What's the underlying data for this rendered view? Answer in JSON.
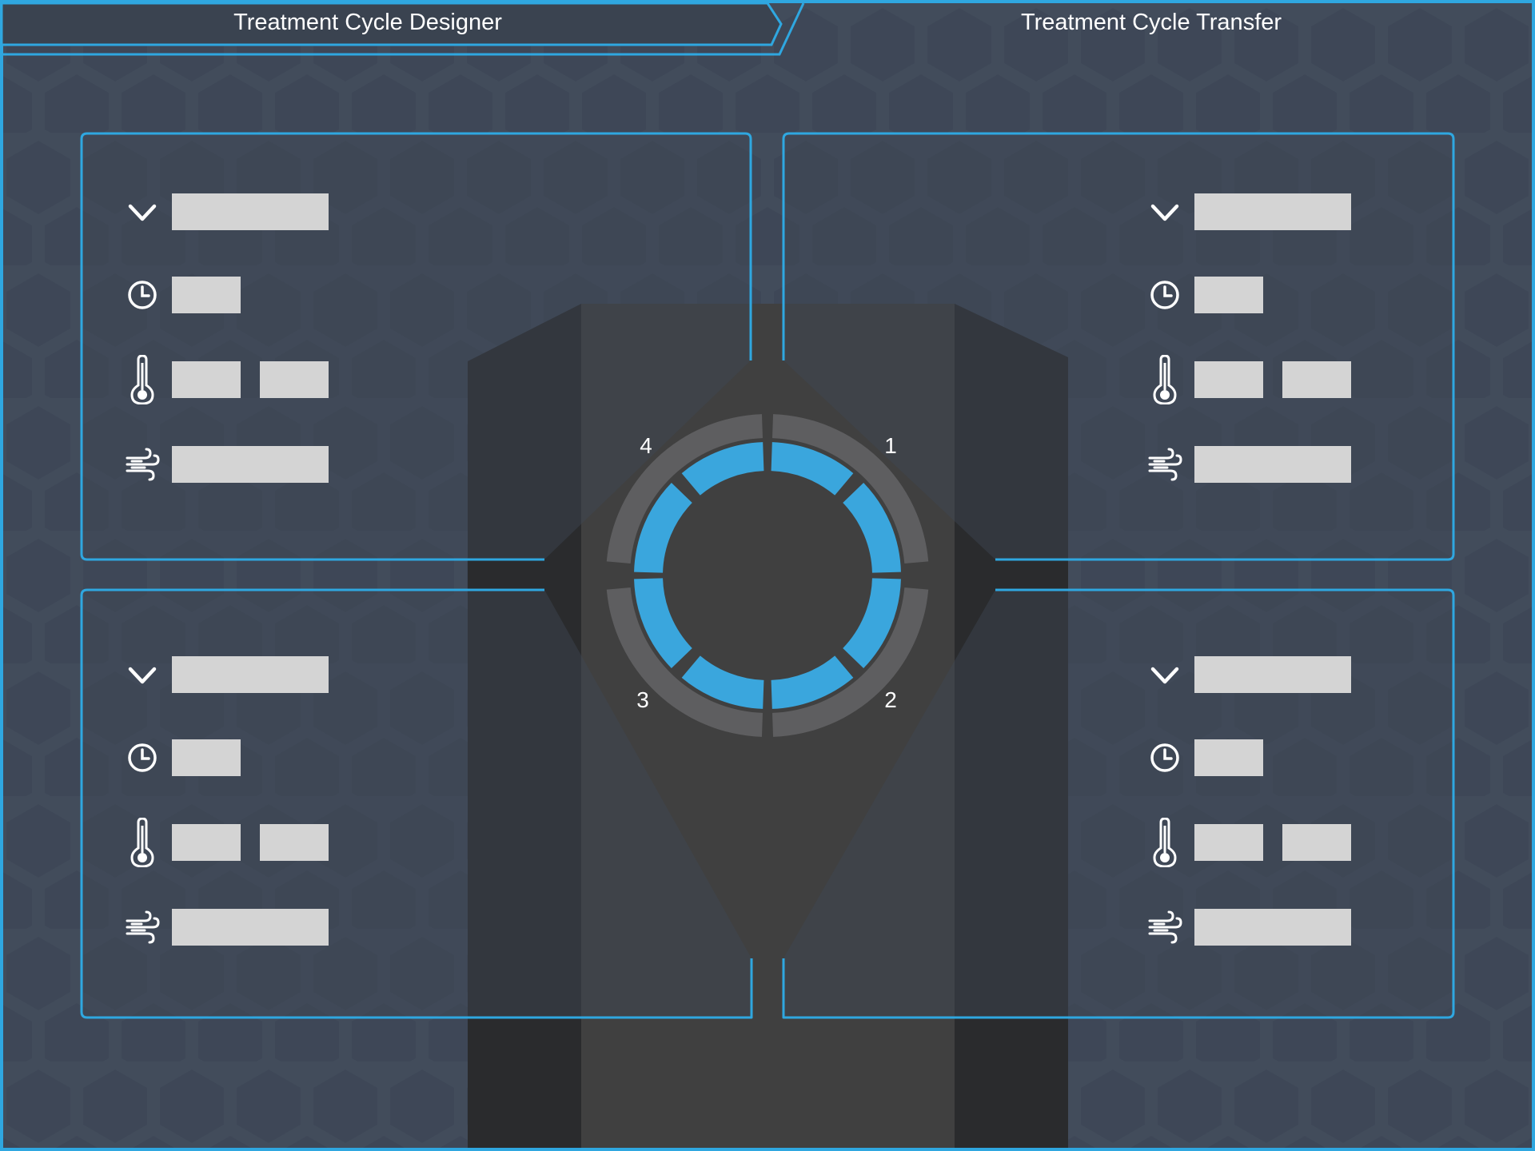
{
  "tabs": [
    {
      "label": "Treatment Cycle Designer",
      "active": true
    },
    {
      "label": "Treatment Cycle Transfer",
      "active": false
    }
  ],
  "zones": [
    "1",
    "2",
    "3",
    "4"
  ],
  "panels": [
    {
      "id": "zone-4",
      "fields": {
        "mode": "",
        "duration": "",
        "temp_min": "",
        "temp_max": "",
        "airflow": ""
      }
    },
    {
      "id": "zone-1",
      "fields": {
        "mode": "",
        "duration": "",
        "temp_min": "",
        "temp_max": "",
        "airflow": ""
      }
    },
    {
      "id": "zone-3",
      "fields": {
        "mode": "",
        "duration": "",
        "temp_min": "",
        "temp_max": "",
        "airflow": ""
      }
    },
    {
      "id": "zone-2",
      "fields": {
        "mode": "",
        "duration": "",
        "temp_min": "",
        "temp_max": "",
        "airflow": ""
      }
    }
  ],
  "icons": [
    "chevron-down-icon",
    "clock-icon",
    "thermometer-icon",
    "wind-icon"
  ],
  "colors": {
    "background": "#424c5b",
    "accent": "#2fa7e0",
    "ring_segment": "#3aa6dd",
    "outer_arc": "#5e5e60",
    "device_body": "#404040",
    "device_side": "#2a2b2d",
    "field": "#d4d4d4"
  }
}
